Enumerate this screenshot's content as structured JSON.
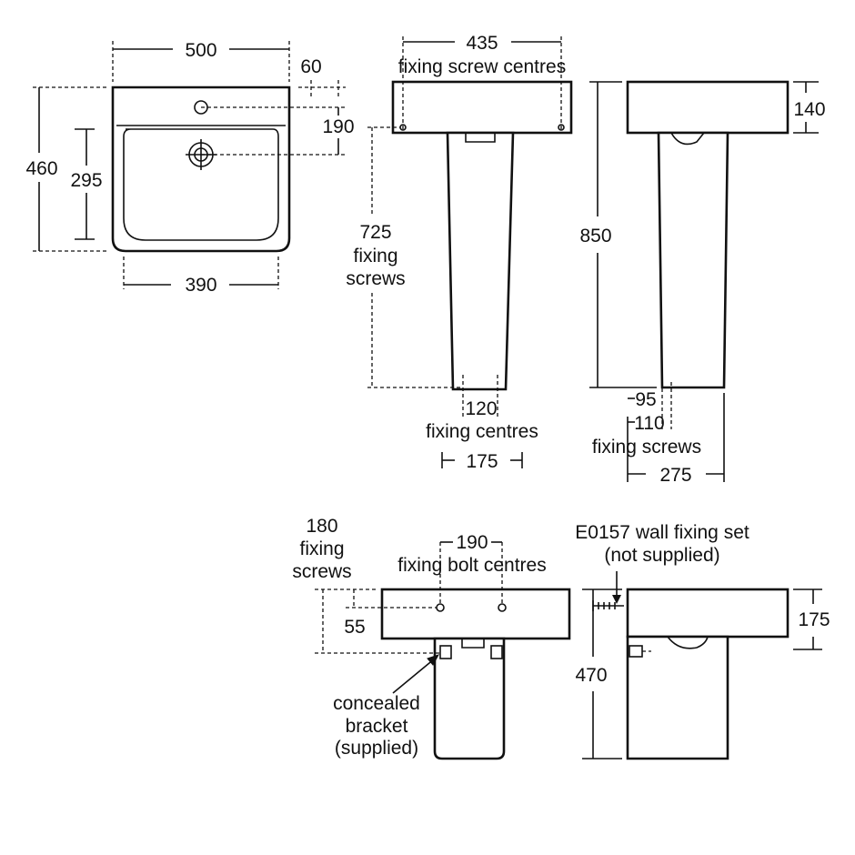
{
  "top_plan": {
    "width": "500",
    "tap_offset": "60",
    "tap_to_waste": "190",
    "depth": "460",
    "bowl_depth": "295",
    "bowl_width": "390"
  },
  "front_pedestal": {
    "screw_centres": "435",
    "screw_centres_label": "fixing screw centres",
    "fixing_screws_height": "725",
    "fixing_screws_label_1": "fixing",
    "fixing_screws_label_2": "screws",
    "base_centres": "120",
    "base_centres_label": "fixing centres",
    "base_width": "175"
  },
  "side_pedestal": {
    "basin_height": "140",
    "overall_height": "850",
    "screw_95": "95",
    "screw_110": "110",
    "screws_label": "fixing screws",
    "depth": "275"
  },
  "front_semi": {
    "screws_180": "180",
    "screws_label_1": "fixing",
    "screws_label_2": "screws",
    "bolt_centres": "190",
    "bolt_centres_label": "fixing bolt centres",
    "bolt_height": "55",
    "bracket_label_1": "concealed",
    "bracket_label_2": "bracket",
    "bracket_label_3": "(supplied)"
  },
  "side_semi": {
    "wall_fixing_1": "E0157 wall fixing set",
    "wall_fixing_2": "(not supplied)",
    "basin_height": "175",
    "overall_height": "470"
  }
}
